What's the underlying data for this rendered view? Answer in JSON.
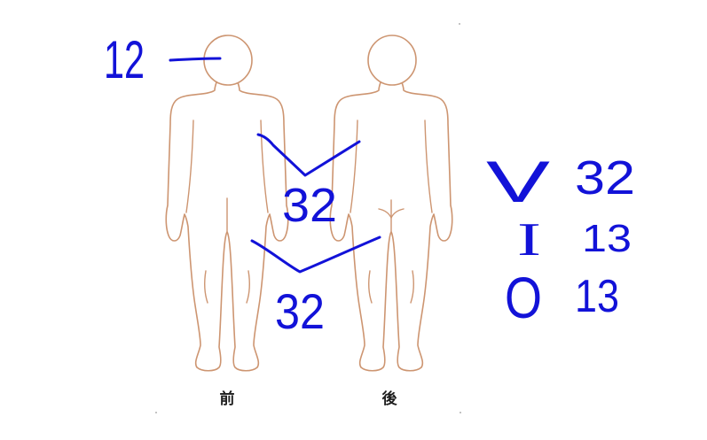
{
  "figures": {
    "front": {
      "label": "前"
    },
    "back": {
      "label": "後"
    }
  },
  "annotations": {
    "head": {
      "count": "12"
    },
    "torso": {
      "count": "32"
    },
    "legs": {
      "count": "32"
    }
  },
  "legend": [
    {
      "symbol": "V",
      "count": "32"
    },
    {
      "symbol": "I",
      "count": "13"
    },
    {
      "symbol": "O",
      "count": "13"
    }
  ],
  "colors": {
    "handwriting_ink": "#1212d8",
    "body_outline": "#cd9571",
    "label_text": "#1e1e1e"
  }
}
